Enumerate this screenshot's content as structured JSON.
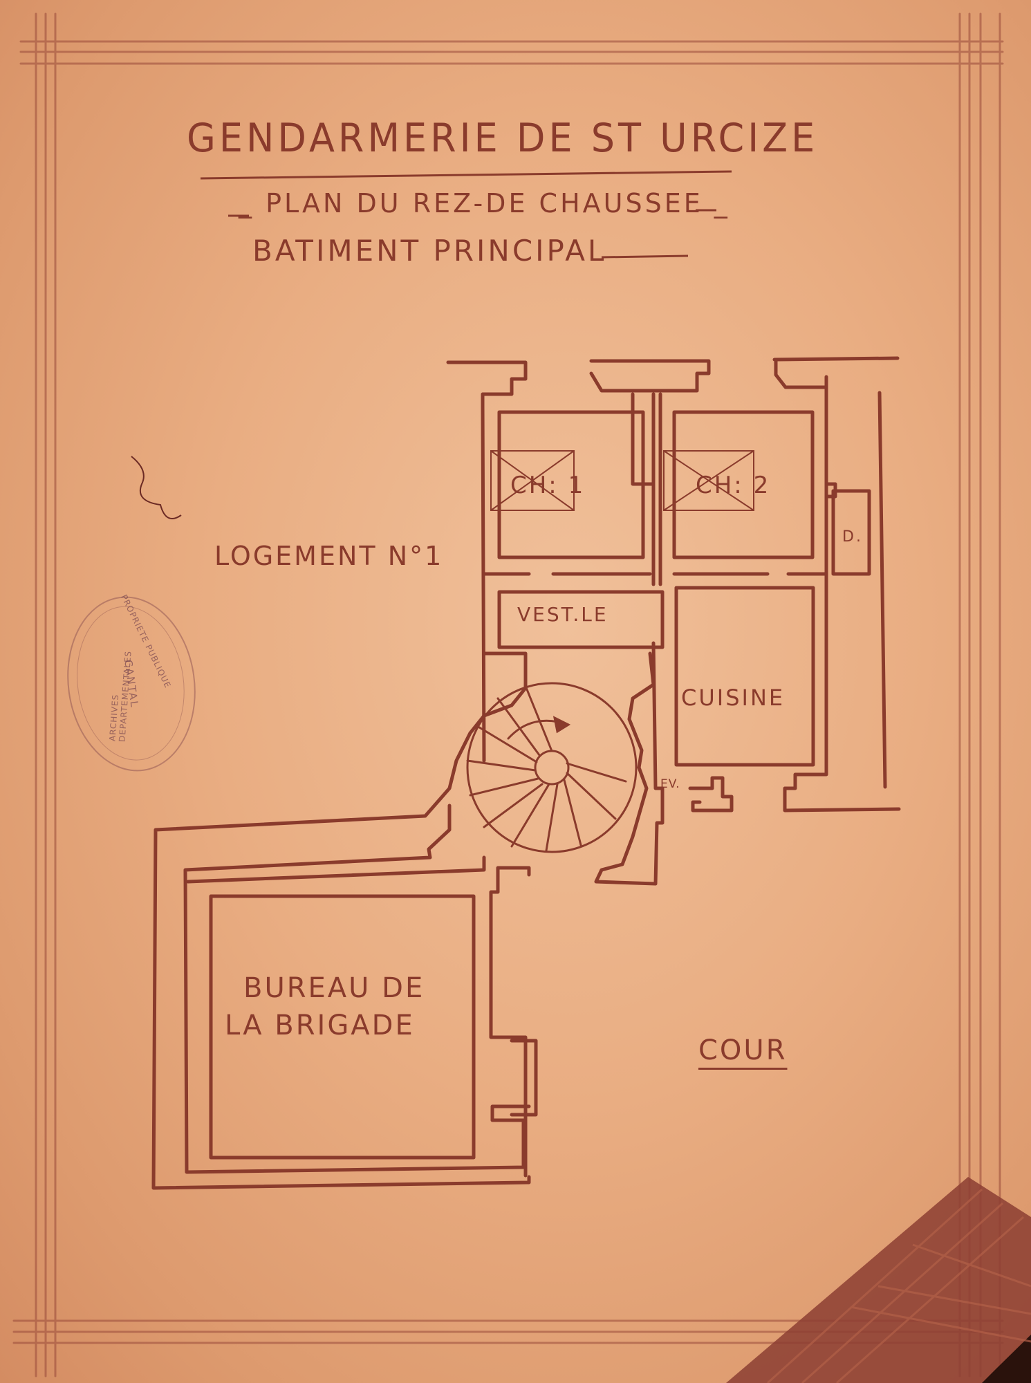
{
  "header": {
    "title": "GENDARMERIE DE ST URCIZE",
    "subtitle": "_ PLAN DU REZ-DE CHAUSSEE _",
    "subtitle2": "BATIMENT PRINCIPAL"
  },
  "rooms": {
    "ch1": "CH: 1",
    "ch2": "CH: 2",
    "d": "D.",
    "logement": "LOGEMENT N°1",
    "vestibule": "VEST.LE",
    "cuisine": "CUISINE",
    "ev": "EV.",
    "bureau_line1": "BUREAU DE",
    "bureau_line2": "LA BRIGADE",
    "cour": "COUR"
  },
  "stamp": {
    "center": "CANTAL",
    "top": "PROPRIETE PUBLIQUE",
    "bottom": "ARCHIVES DEPARTEMENTALES"
  },
  "colors": {
    "paper": "#e8ac80",
    "ink": "#8a3b2c"
  }
}
